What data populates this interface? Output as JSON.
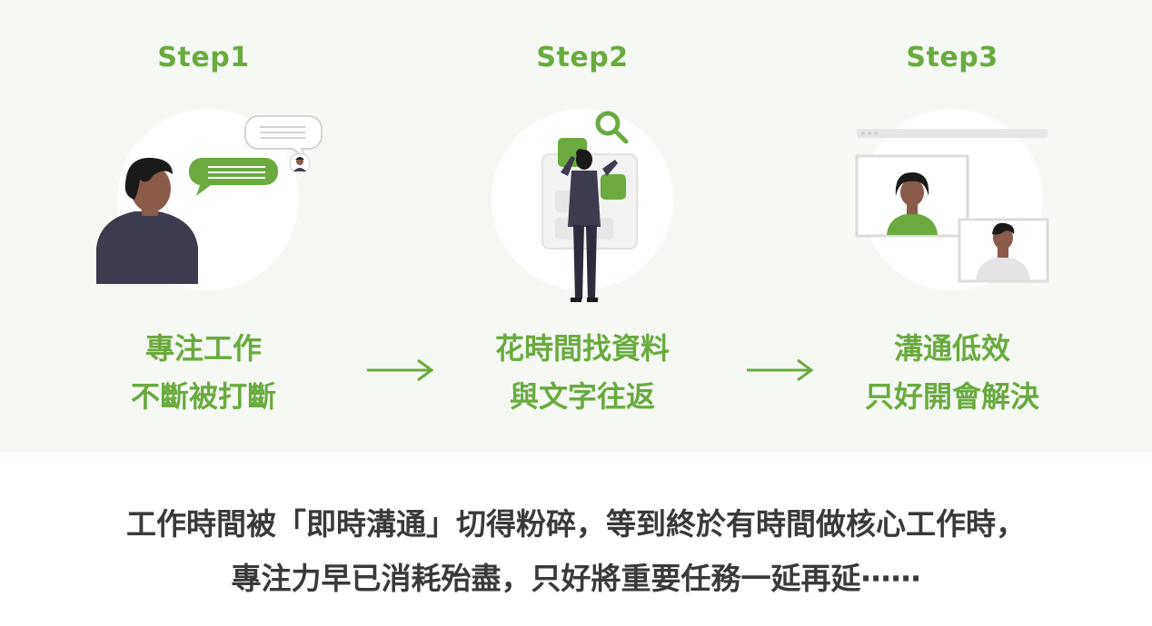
{
  "steps": [
    {
      "title": "Step1",
      "line1": "專注工作",
      "line2": "不斷被打斷"
    },
    {
      "title": "Step2",
      "line1": "花時間找資料",
      "line2": "與文字往返"
    },
    {
      "title": "Step3",
      "line1": "溝通低效",
      "line2": "只好開會解決"
    }
  ],
  "caption": {
    "line1": "工作時間被「即時溝通」切得粉碎，等到終於有時間做核心工作時，",
    "line2": "專注力早已消耗殆盡，只好將重要任務一延再延⋯⋯"
  },
  "colors": {
    "accent": "#6aaa3f",
    "panel": "#f6f9f3",
    "text": "#3a3a3a",
    "figure": "#3d3b4e"
  }
}
